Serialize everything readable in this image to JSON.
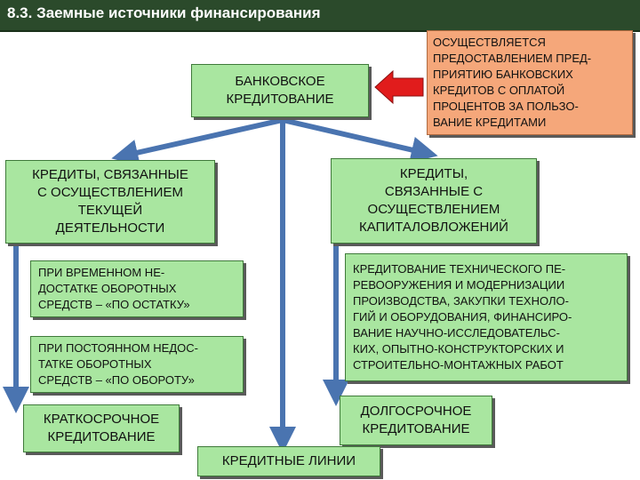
{
  "header": {
    "title": "8.3. Заемные источники финансирования"
  },
  "diagram": {
    "top_box": "БАНКОВСКОЕ\nКРЕДИТОВАНИЕ",
    "note_box": "ОСУЩЕСТВЛЯЕТСЯ\nПРЕДОСТАВЛЕНИЕМ ПРЕД-\nПРИЯТИЮ БАНКОВСКИХ\nКРЕДИТОВ С ОПЛАТОЙ\nПРОЦЕНТОВ ЗА ПОЛЬЗО-\nВАНИЕ КРЕДИТАМИ",
    "left_branch": "КРЕДИТЫ, СВЯЗАННЫЕ\nС ОСУЩЕСТВЛЕНИЕМ\nТЕКУЩЕЙ\nДЕЯТЕЛЬНОСТИ",
    "right_branch": "КРЕДИТЫ,\nСВЯЗАННЫЕ С\nОСУЩЕСТВЛЕНИЕМ\nКАПИТАЛОВЛОЖЕНИЙ",
    "temp_shortage": "ПРИ  ВРЕМЕННОМ НЕ-\nДОСТАТКЕ ОБОРОТНЫХ\nСРЕДСТВ – «ПО ОСТАТКУ»",
    "perm_shortage": "ПРИ  ПОСТОЯННОМ НЕДОС-\nТАТКЕ ОБОРОТНЫХ\nСРЕДСТВ – «ПО ОБОРОТУ»",
    "capital_desc": "КРЕДИТОВАНИЕ ТЕХНИЧЕСКОГО ПЕ-\nРЕВООРУЖЕНИЯ И МОДЕРНИЗАЦИИ\nПРОИЗВОДСТВА, ЗАКУПКИ ТЕХНОЛО-\nГИЙ И ОБОРУДОВАНИЯ, ФИНАНСИРО-\nВАНИЕ НАУЧНО-ИССЛЕДОВАТЕЛЬС-\nКИХ, ОПЫТНО-КОНСТРУКТОРСКИХ И\nСТРОИТЕЛЬНО-МОНТАЖНЫХ РАБОТ",
    "short_term": "КРАТКОСРОЧНОЕ\nКРЕДИТОВАНИЕ",
    "long_term": "ДОЛГОСРОЧНОЕ\nКРЕДИТОВАНИЕ",
    "credit_lines": "КРЕДИТНЫЕ ЛИНИИ"
  },
  "colors": {
    "box_green": "#a9e6a0",
    "box_orange": "#f5a77a",
    "connector": "#4a74b0",
    "pointer_arrow": "#e11c1c",
    "title_bar": "#2b4a2b"
  }
}
